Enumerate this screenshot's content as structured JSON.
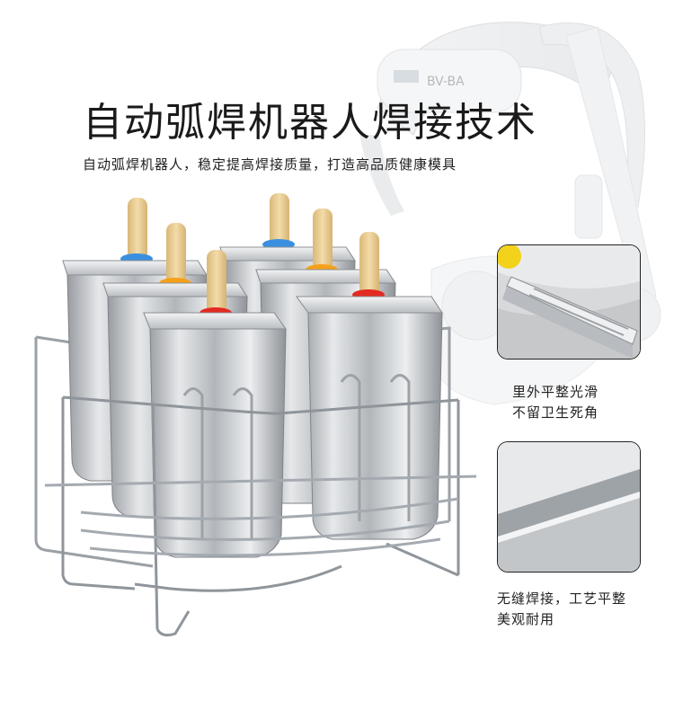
{
  "title": "自动弧焊机器人焊接技术",
  "subtitle": "自动弧焊机器人，稳定提高焊接质量，打造高品质健康模具",
  "features": [
    {
      "lines": [
        "里外平整光滑",
        "不留卫生死角"
      ]
    },
    {
      "lines": [
        "无缝焊接，工艺平整",
        "美观耐用"
      ]
    }
  ],
  "robot_label": "BV-BA",
  "colors": {
    "title_text": "#1a1a1a",
    "steel": "#c8ccd0",
    "stick": "#e9cf9a",
    "cap_blue": "#3b8fe0",
    "cap_orange": "#f5a11a",
    "cap_red": "#e32a22"
  }
}
